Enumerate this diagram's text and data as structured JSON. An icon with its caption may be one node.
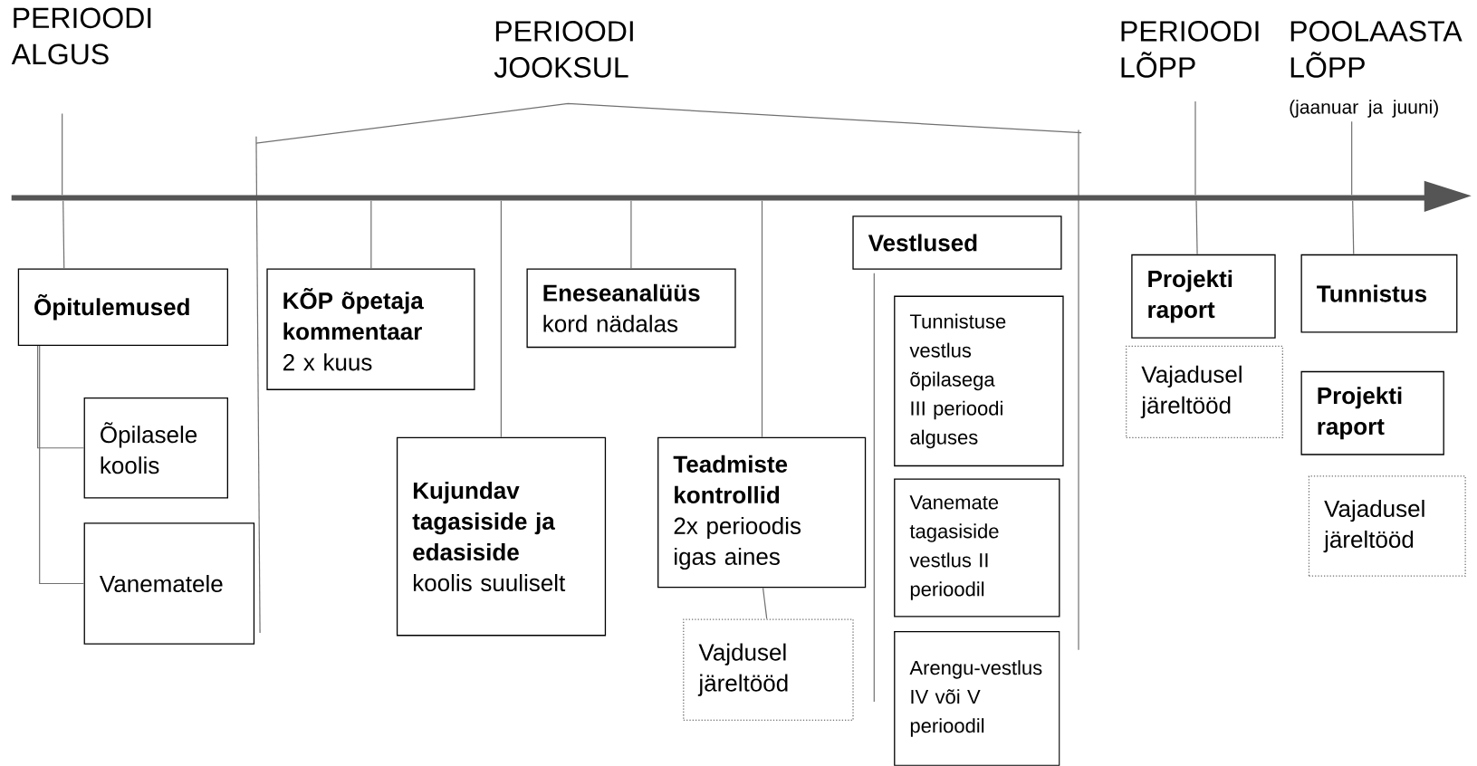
{
  "diagram": {
    "nodes": [
      {
        "text": [
          "PERIOODI ALGUS"
        ]
      },
      {
        "text": [
          "PERIOODI JOOKSUL"
        ]
      },
      {
        "text": [
          "PERIOODI LÕPP"
        ]
      },
      {
        "text": [
          "POOLAASTA LÕPP",
          "(jaanuar ja juuni)"
        ]
      },
      {
        "text": [],
        "shape": "bar"
      },
      {
        "text": [
          "Õpitulemused"
        ]
      },
      {
        "text": [
          "Õpilasele koolis"
        ]
      },
      {
        "text": [
          "Vanematele"
        ]
      },
      {
        "text": [
          "KÕP õpetaja kommentaar",
          "2 x kuus"
        ]
      },
      {
        "text": [
          "Eneseanalüüs",
          "kord nädalas"
        ]
      },
      {
        "text": [
          "Kujundav tagasiside ja edasiside",
          "koolis suuliselt"
        ]
      },
      {
        "text": [
          "Teadmiste kontrollid",
          "2x perioodis igas aines"
        ]
      },
      {
        "text": [
          "Vajdusel järeltööd"
        ]
      },
      {
        "text": [
          "Vestlused"
        ]
      },
      {
        "text": [
          "Tunnistuse vestlus õpilasega III perioodi alguses"
        ]
      },
      {
        "text": [
          "Vanemate tagasiside vestlus II perioodil"
        ]
      },
      {
        "text": [
          "Arengu-vestlus IV või V perioodil"
        ]
      },
      {
        "text": [
          "Projekti raport"
        ]
      },
      {
        "text": [
          "Vajadusel järeltööd"
        ]
      },
      {
        "text": [
          "Tunnistus"
        ]
      },
      {
        "text": [
          "Projekti raport"
        ]
      },
      {
        "text": [
          "Vajadusel järeltööd"
        ]
      }
    ],
    "edges": [
      {
        "from": 0,
        "to": 4,
        "arrow": "none"
      },
      {
        "from": 4,
        "to": 5,
        "arrow": "none"
      },
      {
        "from": 5,
        "to": 6,
        "arrow": "none"
      },
      {
        "from": 5,
        "to": 7,
        "arrow": "none"
      },
      {
        "from": 4,
        "to": 8,
        "arrow": "none"
      },
      {
        "from": 4,
        "to": 10,
        "arrow": "none"
      },
      {
        "from": 4,
        "to": 9,
        "arrow": "none"
      },
      {
        "from": 4,
        "to": 11,
        "arrow": "none"
      },
      {
        "from": 11,
        "to": 12,
        "arrow": "none"
      },
      {
        "from": 2,
        "to": 4,
        "arrow": "none"
      },
      {
        "from": 4,
        "to": 17,
        "arrow": "none"
      },
      {
        "from": 3,
        "to": 4,
        "arrow": "none"
      },
      {
        "from": 4,
        "to": 19,
        "arrow": "none"
      }
    ]
  }
}
